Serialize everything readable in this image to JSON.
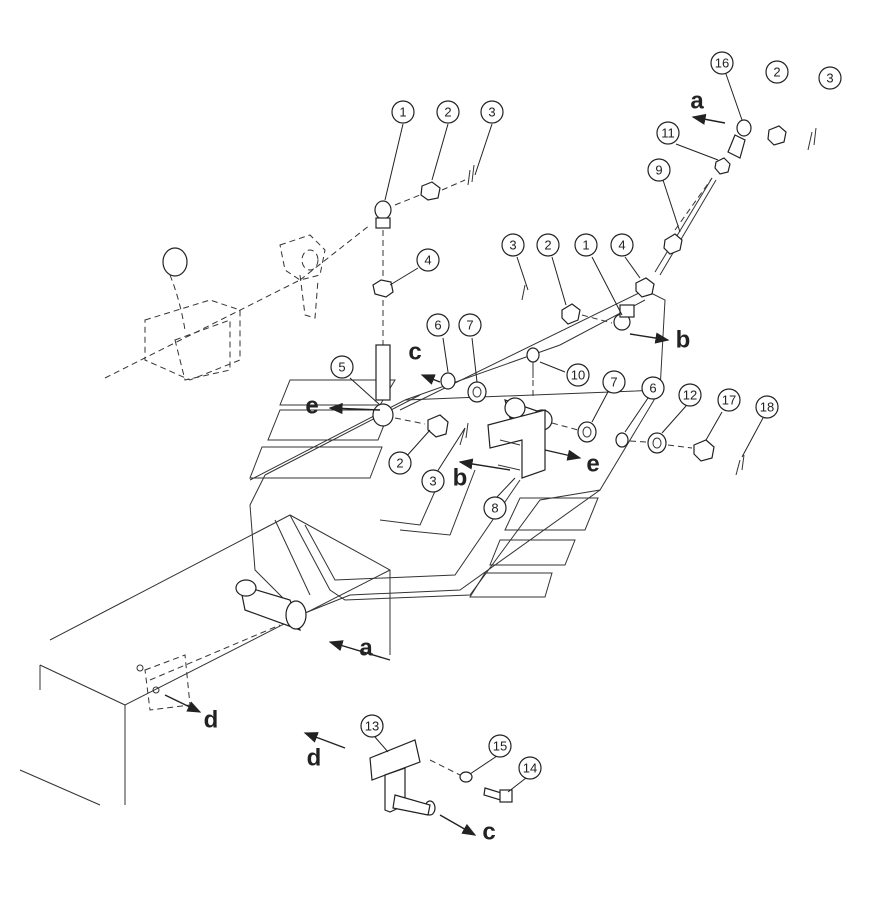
{
  "callouts": [
    "1",
    "2",
    "3",
    "4",
    "5",
    "6",
    "7",
    "8",
    "9",
    "10",
    "11",
    "12",
    "13",
    "14",
    "15",
    "16",
    "17",
    "18",
    "1",
    "2",
    "3",
    "4",
    "6",
    "7",
    "2",
    "3",
    "2",
    "3"
  ],
  "letters": [
    "a",
    "a",
    "b",
    "b",
    "c",
    "c",
    "d",
    "d",
    "e",
    "e"
  ]
}
